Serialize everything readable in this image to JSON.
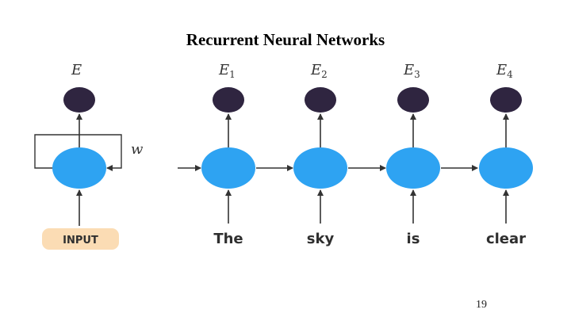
{
  "title": "Recurrent Neural Networks",
  "page_number": "19",
  "colors": {
    "hidden_node": "#2ea3f2",
    "output_node": "#2f2540",
    "arrow": "#333333",
    "input_box": "#fbdcb4"
  },
  "folded": {
    "output_label": "E",
    "weight_label": "w",
    "input_label": "INPUT"
  },
  "unrolled": {
    "steps": [
      {
        "output_label": "E",
        "output_subscript": "1",
        "word": "The"
      },
      {
        "output_label": "E",
        "output_subscript": "2",
        "word": "sky"
      },
      {
        "output_label": "E",
        "output_subscript": "3",
        "word": "is"
      },
      {
        "output_label": "E",
        "output_subscript": "4",
        "word": "clear"
      }
    ]
  }
}
